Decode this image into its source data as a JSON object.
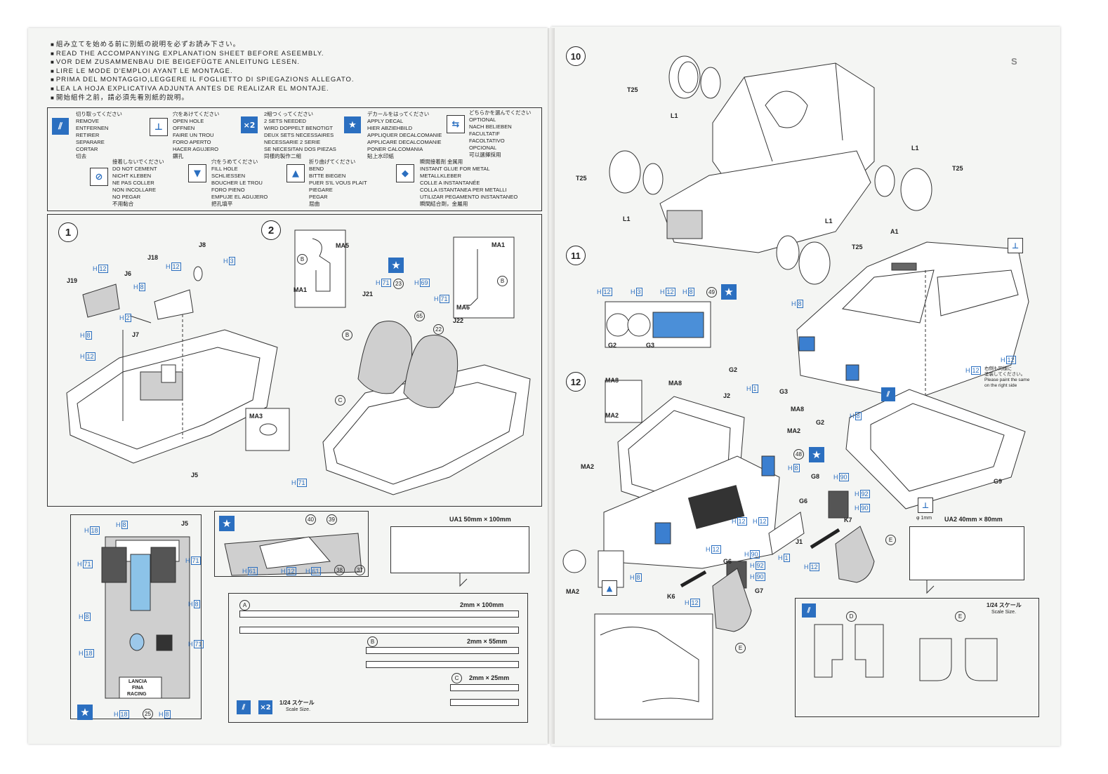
{
  "warnings": [
    "組み立てを始める前に別紙の説明を必ずお読み下さい。",
    "READ THE ACCOMPANYING EXPLANATION SHEET BEFORE ASEEMBLY.",
    "VOR DEM ZUSAMMENBAU DIE BEIGEFÜGTE ANLEITUNG LESEN.",
    "LIRE LE MODE D'EMPLOI AYANT LE MONTAGE.",
    "PRIMA DEL MONTAGGIO,LEGGERE IL FOGLIETTO DI SPIEGAZIONS ALLEGATO.",
    "LEA LA HOJA EXPLICATIVA ADJUNTA ANTES DE REALIZAR EL MONTAJE.",
    "開始組件之前，請必須先看別紙的說明。"
  ],
  "legend": {
    "remove": [
      "切り取ってください",
      "REMOVE",
      "ENTFERNEN",
      "RETIRER",
      "SEPARARE",
      "CORTAR",
      "切去"
    ],
    "open_hole": [
      "穴をあけてください",
      "OPEN HOLE",
      "OFFNEN",
      "FAIRE UN TROU",
      "FORO APERTO",
      "HACER AGUJERO",
      "鑽孔"
    ],
    "two_sets": [
      "2組つくってください",
      "2 SETS NEEDED",
      "WIRD DOPPELT BENOTIGT",
      "DEUX SETS NECESSAIRES",
      "NECESSARIE 2 SERIE",
      "SE NECESITAN DOS PIEZAS",
      "同樣的製作二組"
    ],
    "apply_decal": [
      "デカールをはってください",
      "APPLY DECAL",
      "HIER ABZIEHBILD",
      "APPLIQUER DECALCOMANIE",
      "APPLICARE DECALCOMANIE",
      "PONER CALCOMANIA",
      "貼上水印紙"
    ],
    "optional": [
      "どちらかを選んでください",
      "OPTIONAL",
      "NACH BELIEBEN",
      "FACULTATIF",
      "FACOLTATIVO",
      "OPCIONAL",
      "可以選擇採用"
    ],
    "no_cement": [
      "接着しないでください",
      "DO NOT CEMENT",
      "NICHT KLEBEN",
      "NE PAS COLLER",
      "NON INCOLLARE",
      "NO PEGAR",
      "不用黏合"
    ],
    "fill_hole": [
      "穴をうめてください",
      "FILL HOLE",
      "SCHLIESSEN",
      "BOUCHER LE TROU",
      "FORO PIENO",
      "EMPUJE EL AGUJERO",
      "把孔填平"
    ],
    "bend": [
      "折り曲げてください",
      "BEND",
      "BITTE BIEGEN",
      "PUER S'IL VOUS PLAIT",
      "PIEGARE",
      "PEGAR",
      "屈曲"
    ],
    "instant_glue": [
      "瞬間接着剤 金属用",
      "INSTANT GLUE FOR METAL",
      "METALLKLEBER",
      "COLLE A INSTANTANÉE",
      "COLLA ISTANTANEA PER METALLI",
      "UTILIZAR PEGAMENTO INSTANTANEO",
      "瞬間結合劑，金屬用"
    ],
    "x2": "×2"
  },
  "steps": {
    "s1": {
      "num": "1",
      "labels": [
        "J19",
        "J6",
        "J18",
        "J8",
        "J7",
        "J5"
      ],
      "h": [
        "12",
        "8",
        "12",
        "3",
        "2",
        "8",
        "12"
      ]
    },
    "s2": {
      "num": "2",
      "labels": [
        "MA5",
        "MA1",
        "MA1",
        "MA6",
        "MA3",
        "J21",
        "J22",
        "B",
        "B",
        "B",
        "C"
      ],
      "h": [
        "71",
        "69",
        "71",
        "71"
      ],
      "circ": [
        "23",
        "65",
        "22"
      ]
    },
    "s10": {
      "num": "10",
      "labels": [
        "T25",
        "L1",
        "T25",
        "L1",
        "L1",
        "T25",
        "L1",
        "T25"
      ]
    },
    "s11": {
      "num": "11",
      "labels": [
        "A1",
        "G2",
        "G3",
        "G2",
        "G3",
        "G2"
      ],
      "h": [
        "12",
        "3",
        "12",
        "8",
        "8",
        "12",
        "12",
        "8"
      ],
      "circ": [
        "49"
      ],
      "note": [
        "右側も同様に",
        "塗装してください。",
        "Please paint the same",
        "on the right side"
      ]
    },
    "s12": {
      "num": "12",
      "labels": [
        "MA8",
        "MA2",
        "MA8",
        "J2",
        "MA8",
        "MA2",
        "MA2",
        "G8",
        "G6",
        "K7",
        "J1",
        "G6",
        "G7",
        "K6",
        "MA2",
        "G9"
      ],
      "h": [
        "1",
        "8",
        "12",
        "90",
        "92",
        "90",
        "12",
        "1",
        "12",
        "12",
        "90",
        "92",
        "90",
        "8",
        "12"
      ],
      "circ": [
        "48"
      ],
      "circ_e": [
        "E",
        "E"
      ]
    }
  },
  "interior": {
    "labels": [
      "J5",
      "LANCIA",
      "FINA",
      "RACING"
    ],
    "h": [
      "18",
      "8",
      "71",
      "71",
      "8",
      "8",
      "18",
      "71",
      "18",
      "8"
    ],
    "circ": [
      "25"
    ]
  },
  "seatdetail": {
    "circ": [
      "40",
      "39",
      "38",
      "37"
    ],
    "h": [
      "61",
      "12",
      "61"
    ]
  },
  "ua1": {
    "title": "UA1 50mm × 100mm"
  },
  "ua2": {
    "title": "UA2 40mm × 80mm"
  },
  "strips": {
    "A": {
      "letter": "A",
      "size": "2mm × 100mm"
    },
    "B": {
      "letter": "B",
      "size": "2mm × 55mm"
    },
    "C": {
      "letter": "C",
      "size": "2mm × 25mm"
    },
    "scale_jp": "1/24 スケール",
    "scale_en": "Scale Size."
  },
  "flaps": {
    "D": "D",
    "E": "E",
    "scale_jp": "1/24 スケール",
    "scale_en": "Scale Size."
  },
  "phi": "φ 1mm",
  "stamp": "S"
}
